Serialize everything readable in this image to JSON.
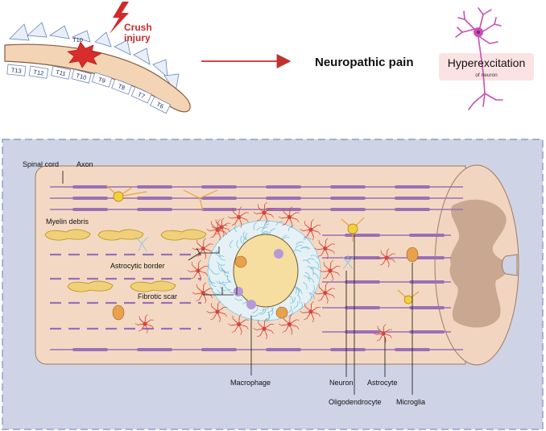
{
  "top": {
    "injury_label": "Crush injury",
    "vertebra_at_injury": "T10",
    "vertebrae": [
      "T13",
      "T12",
      "T11",
      "T10",
      "T9",
      "T8",
      "T7",
      "T6"
    ],
    "result_title": "Neuropathic pain",
    "box_title": "Hyperexcitation",
    "box_subtitle": "of neuron"
  },
  "bottom": {
    "labels": {
      "spinal_cord": "Spinal cord",
      "axon": "Axon",
      "myelin_debris": "Myelin debris",
      "astrocytic_border": "Astrocytic border",
      "fibrotic_scar": "Fibrotic scar",
      "macrophage": "Macrophage",
      "neuron": "Neuron",
      "oligodendrocyte": "Oligodendrocyte",
      "astrocyte": "Astrocyte",
      "microglia": "Microglia"
    }
  },
  "colors": {
    "cord": "#f3d9c3",
    "cord_outline": "#a07a60",
    "axon": "#9b6fb6",
    "panel_bg": "#cfd3e6",
    "panel_border": "#7f8fc0",
    "astrocyte": "#d6453b",
    "scar": "#8fd0e6",
    "core": "#f5dea0",
    "myelin": "#e7c35a",
    "arrow": "#c0312f",
    "neuron_top": "#c94fb6"
  }
}
